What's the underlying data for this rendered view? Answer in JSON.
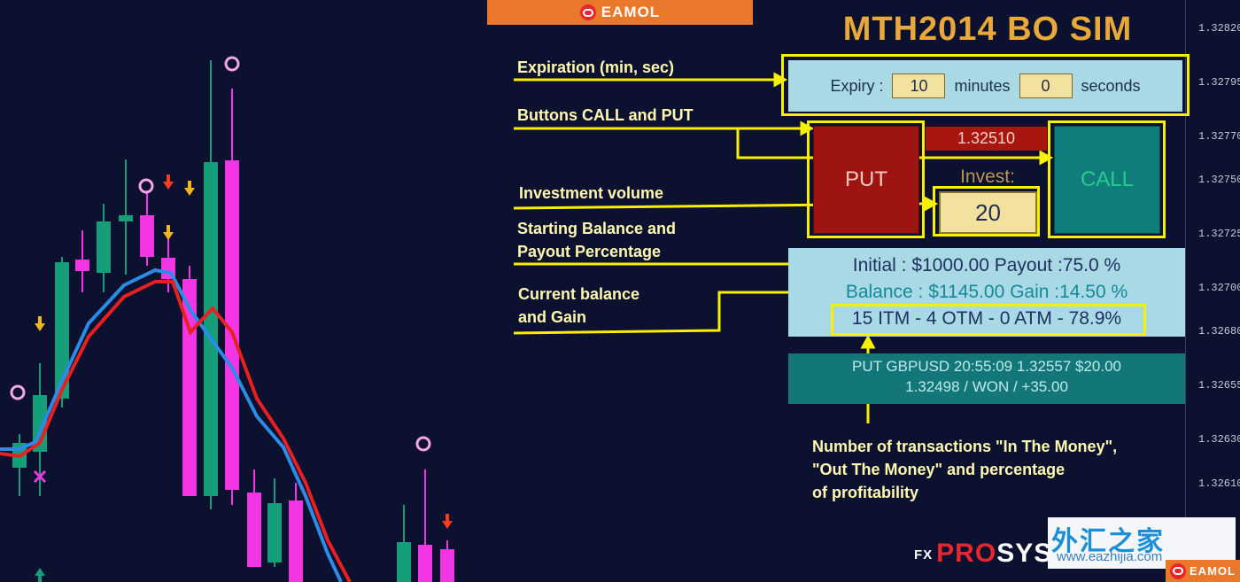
{
  "watermark": {
    "brand_top": "EAMOL",
    "brand_bottom": "EAMOL",
    "fx_prefix": "FX",
    "prosys_pro": "PRO",
    "prosys_sys": "SYS",
    "site_cn": "外汇之家",
    "site_url": "www.eazhijia.com"
  },
  "panel": {
    "title": "MTH2014 BO SIM",
    "expiry": {
      "label": "Expiry :",
      "minutes_value": "10",
      "minutes_label": "minutes",
      "seconds_value": "0",
      "seconds_label": "seconds"
    },
    "put_label": "PUT",
    "call_label": "CALL",
    "current_price": "1.32510",
    "invest_label": "Invest:",
    "invest_value": "20",
    "stats": {
      "initial_line": "Initial : $1000.00 Payout :75.0 %",
      "balance_line": "Balance : $1145.00 Gain :14.50 %",
      "itm_line": "15 ITM - 4 OTM - 0 ATM - 78.9%"
    },
    "last_trade": {
      "line1": "PUT GBPUSD 20:55:09 1.32557 $20.00",
      "line2": "1.32498 / WON / +35.00"
    }
  },
  "annotations": {
    "expiration": "Expiration (min, sec)",
    "buttons": "Buttons CALL and PUT",
    "investment": "Investment volume",
    "starting_1": "Starting Balance and",
    "starting_2": "Payout Percentage",
    "current_1": "Current balance",
    "current_2": "and Gain",
    "itm_1": "Number of transactions \"In The Money\",",
    "itm_2": "\"Out The Money\" and percentage",
    "itm_3": "of profitability"
  },
  "price_axis": [
    "1.32820",
    "1.32795",
    "1.32770",
    "1.32750",
    "1.32725",
    "1.32700",
    "1.32680",
    "1.32655",
    "1.32630",
    "1.32610"
  ],
  "colors": {
    "background": "#0d1130",
    "bull_candle": "#169d7a",
    "bear_candle": "#f236e4",
    "ma_fast": "#2a8ce6",
    "ma_slow": "#e8201f",
    "annotation": "#f8f000",
    "panel_bg": "#a9d9e4",
    "title": "#e8a93a"
  },
  "icons": {
    "up_arrow": "arrow-up-icon",
    "down_arrow": "arrow-down-icon",
    "ring": "ring-marker-icon",
    "cross": "cross-marker-icon"
  }
}
